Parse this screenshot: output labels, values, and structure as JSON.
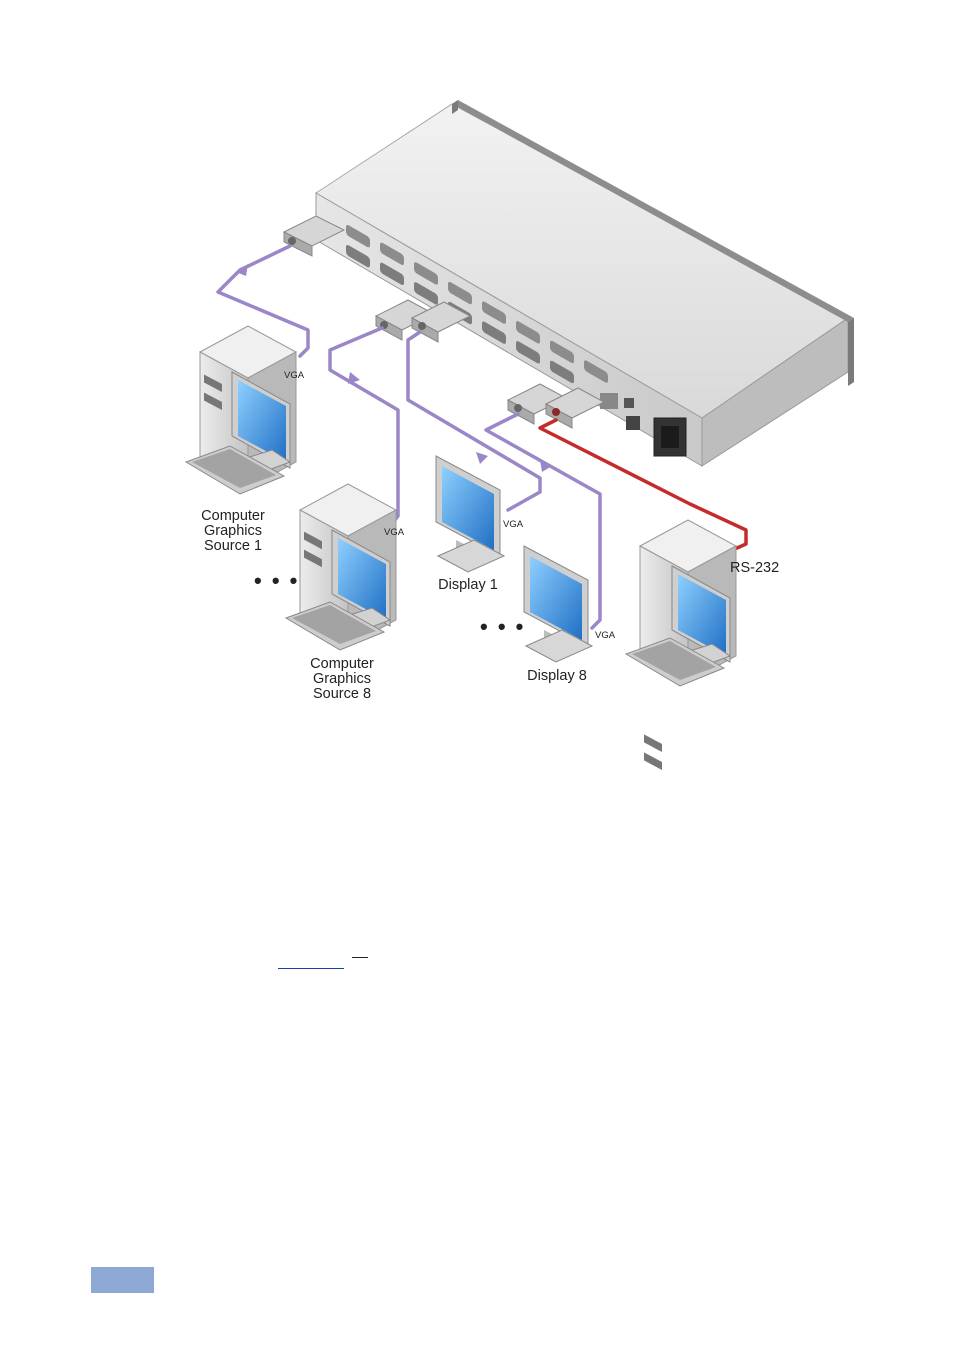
{
  "diagram": {
    "colors": {
      "vga_cable": "#9b87c8",
      "rs232_cable": "#c62b2b",
      "device_body": "#dcdcdc",
      "screen": "#3a8fd6",
      "page_box": "#8da9d3"
    },
    "labels": {
      "source1": [
        "Computer",
        "Graphics",
        "Source 1"
      ],
      "source8": [
        "Computer",
        "Graphics",
        "Source 8"
      ],
      "display1": "Display 1",
      "display8": "Display 8",
      "rs232": "RS-232",
      "vga": "VGA",
      "ellipsis": "• • •"
    }
  }
}
